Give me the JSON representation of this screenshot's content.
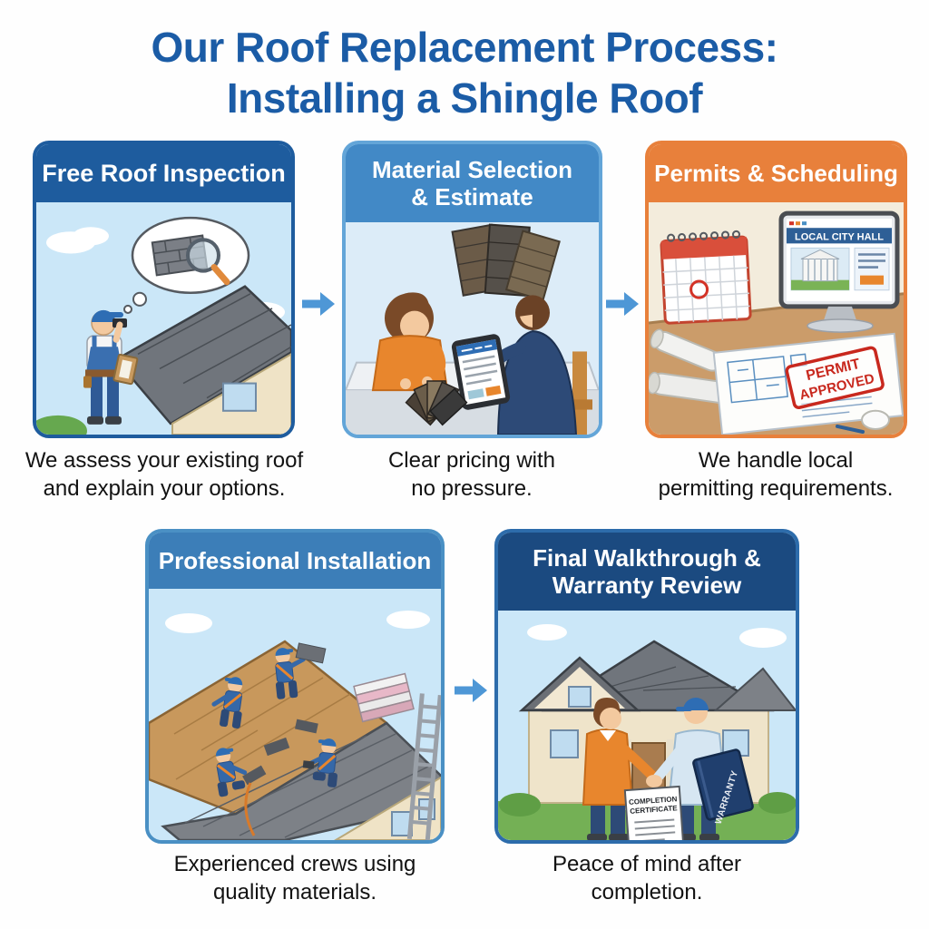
{
  "title": {
    "line1": "Our Roof Replacement Process:",
    "line2": "Installing a Shingle Roof"
  },
  "steps": [
    {
      "id": "free-roof-inspection",
      "header": [
        "Free Roof Inspection"
      ],
      "caption": [
        "We assess your existing roof",
        "and explain your options."
      ]
    },
    {
      "id": "material-selection-estimate",
      "header": [
        "Material Selection",
        "& Estimate"
      ],
      "caption": [
        "Clear pricing with",
        "no pressure."
      ]
    },
    {
      "id": "permits-scheduling",
      "header": [
        "Permits & Scheduling"
      ],
      "caption": [
        "We handle local",
        "permitting requirements."
      ]
    },
    {
      "id": "professional-installation",
      "header": [
        "Professional Installation"
      ],
      "caption": [
        "Experienced crews using",
        "quality materials."
      ]
    },
    {
      "id": "final-walkthrough-warranty",
      "header": [
        "Final Walkthrough &",
        "Warranty Review"
      ],
      "caption": [
        "Peace of mind after",
        "completion."
      ]
    }
  ],
  "scene_text": {
    "city_hall_banner": "LOCAL CITY HALL",
    "permit_stamp_line1": "PERMIT",
    "permit_stamp_line2": "APPROVED",
    "warranty_book": "WARRANTY",
    "certificate_line1": "COMPLETION",
    "certificate_line2": "CERTIFICATE"
  },
  "colors": {
    "title_blue": "#1b5ca6",
    "step1_header": "#1e5c9e",
    "step2_header": "#4289c6",
    "step3_header": "#e8803b",
    "step4_header": "#3c7eb8",
    "step5_header": "#1b4a80",
    "arrow_blue": "#4e97d6",
    "stamp_red": "#c8281e"
  }
}
